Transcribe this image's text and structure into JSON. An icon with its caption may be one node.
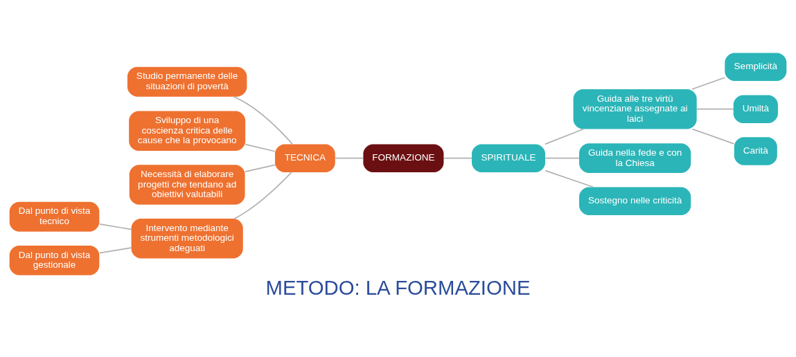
{
  "diagram": {
    "title": "METODO: LA FORMAZIONE",
    "nodes": [
      {
        "text": [
          "FORMAZIONE"
        ]
      },
      {
        "text": [
          "TECNICA"
        ]
      },
      {
        "text": [
          "SPIRITUALE"
        ]
      },
      {
        "text": [
          "Studio permanente delle situazioni di povertà"
        ]
      },
      {
        "text": [
          "Sviluppo di una coscienza critica delle cause che la provocano"
        ]
      },
      {
        "text": [
          "Necessità di elaborare progetti che tendano ad obiettivi valutabili"
        ]
      },
      {
        "text": [
          "Intervento mediante strumenti metodologici adeguati"
        ]
      },
      {
        "text": [
          "Dal punto di vista tecnico"
        ]
      },
      {
        "text": [
          "Dal punto di vista gestionale"
        ]
      },
      {
        "text": [
          "Guida alle tre virtù vincenziane assegnate ai laici"
        ]
      },
      {
        "text": [
          "Semplicità"
        ]
      },
      {
        "text": [
          "Umiltà"
        ]
      },
      {
        "text": [
          "Carità"
        ]
      },
      {
        "text": [
          "Guida nella fede e con la Chiesa"
        ]
      },
      {
        "text": [
          "Sostegno nelle criticità"
        ]
      }
    ],
    "edges": [
      {
        "from": 7,
        "to": 6,
        "arrow": "none"
      },
      {
        "from": 8,
        "to": 6,
        "arrow": "none"
      },
      {
        "from": 3,
        "to": 1,
        "arrow": "none"
      },
      {
        "from": 4,
        "to": 1,
        "arrow": "none"
      },
      {
        "from": 5,
        "to": 1,
        "arrow": "none"
      },
      {
        "from": 6,
        "to": 1,
        "arrow": "none"
      },
      {
        "from": 1,
        "to": 0,
        "arrow": "none"
      },
      {
        "from": 0,
        "to": 2,
        "arrow": "none"
      },
      {
        "from": 2,
        "to": 9,
        "arrow": "none"
      },
      {
        "from": 2,
        "to": 13,
        "arrow": "none"
      },
      {
        "from": 2,
        "to": 14,
        "arrow": "none"
      },
      {
        "from": 9,
        "to": 10,
        "arrow": "none"
      },
      {
        "from": 9,
        "to": 11,
        "arrow": "none"
      },
      {
        "from": 9,
        "to": 12,
        "arrow": "none"
      }
    ]
  }
}
